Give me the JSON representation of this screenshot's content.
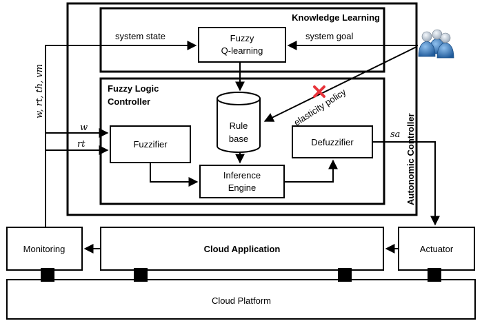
{
  "outer_box": {
    "label": "Autonomic Controller"
  },
  "knowledge_learning": {
    "title": "Knowledge Learning",
    "fuzzy_q_learning": [
      "Fuzzy",
      "Q-learning"
    ],
    "system_state": "system state",
    "system_goal": "system goal"
  },
  "flc": {
    "title_line1": "Fuzzy Logic",
    "title_line2": "Controller",
    "rule_base": [
      "Rule",
      "base"
    ],
    "fuzzifier": "Fuzzifier",
    "defuzzifier": "Defuzzifier",
    "inference_engine": [
      "Inference",
      "Engine"
    ],
    "elasticity_policy": "elasticity policy"
  },
  "signals": {
    "monitored_vars": "w, rt, th, vm",
    "w": "w",
    "rt": "rt",
    "sa": "sa"
  },
  "bottom": {
    "monitoring": "Monitoring",
    "cloud_application": "Cloud Application",
    "actuator": "Actuator",
    "cloud_platform": "Cloud Platform"
  },
  "colors": {
    "stroke": "#000000",
    "cross": "#e8333a",
    "users_icon": "#2f6fb1"
  }
}
